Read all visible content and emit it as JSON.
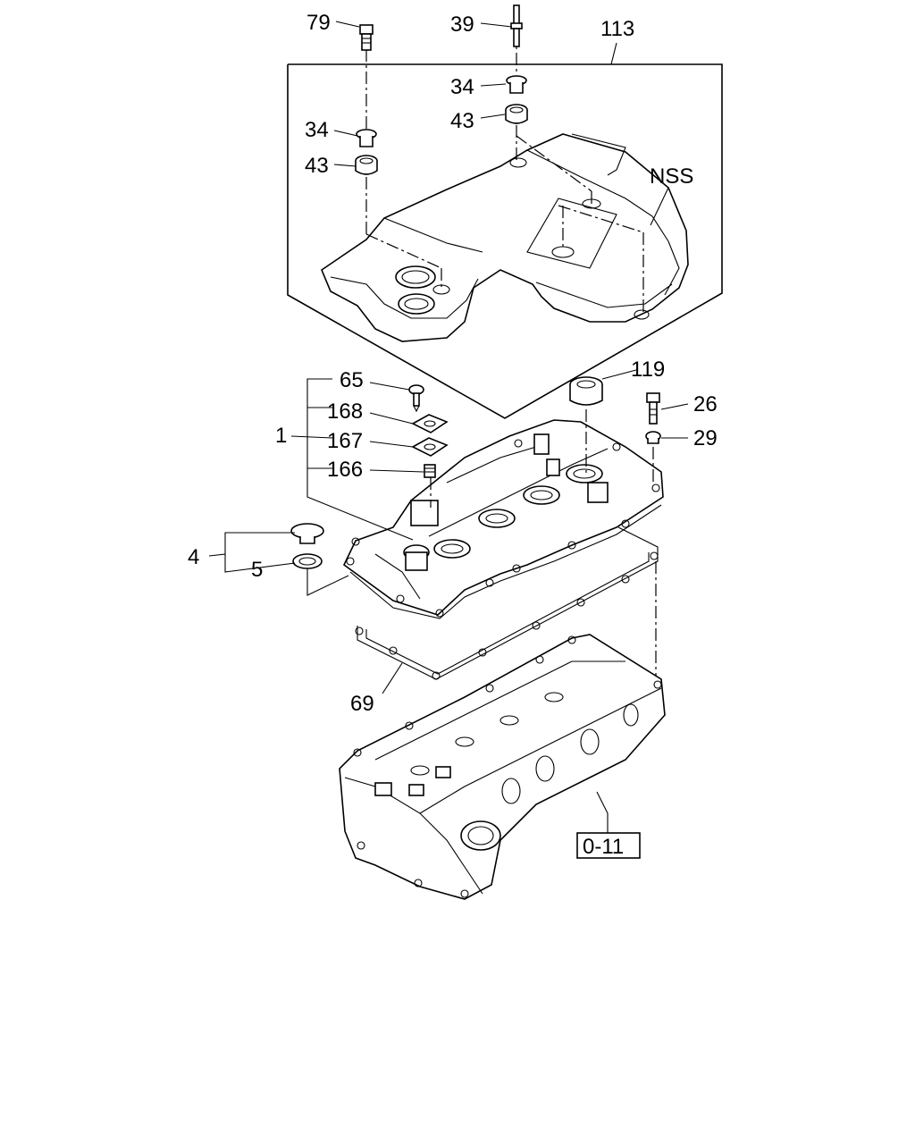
{
  "diagram": {
    "callouts": {
      "c79": "79",
      "c39": "39",
      "c113": "113",
      "c34a": "34",
      "c34b": "34",
      "c43a": "43",
      "c43b": "43",
      "nss": "NSS",
      "c65": "65",
      "c119": "119",
      "c168": "168",
      "c26": "26",
      "c1": "1",
      "c167": "167",
      "c29": "29",
      "c166": "166",
      "c4": "4",
      "c5": "5",
      "c69": "69",
      "ref": "0-11"
    }
  }
}
